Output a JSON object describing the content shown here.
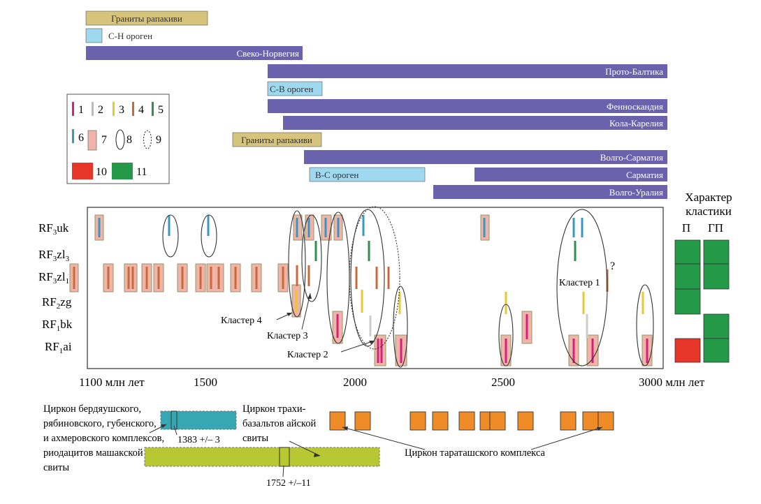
{
  "top_bars": [
    {
      "label": "Граниты рапакиви",
      "fill": "#d6c47c",
      "text_color": "#333333"
    },
    {
      "label": "С-Н ороген",
      "fill": "#9fd9ef",
      "text_color": "#333333"
    },
    {
      "label": "Свеко-Норвегия",
      "fill": "#6a62ad",
      "text_color": "#ffffff"
    },
    {
      "label": "Прото-Балтика",
      "fill": "#6a62ad",
      "text_color": "#ffffff"
    },
    {
      "label": "С-В ороген",
      "fill": "#9fd9ef",
      "text_color": "#333333"
    },
    {
      "label": "Фенноскандия",
      "fill": "#6a62ad",
      "text_color": "#ffffff"
    },
    {
      "label": "Кола-Карелия",
      "fill": "#6a62ad",
      "text_color": "#ffffff"
    },
    {
      "label": "Граниты рапакиви",
      "fill": "#d6c47c",
      "text_color": "#333333"
    },
    {
      "label": "Волго-Сарматия",
      "fill": "#6a62ad",
      "text_color": "#ffffff"
    },
    {
      "label": "В-С ороген",
      "fill": "#9fd9ef",
      "text_color": "#333333"
    },
    {
      "label": "Сарматия",
      "fill": "#6a62ad",
      "text_color": "#ffffff"
    },
    {
      "label": "Волго-Уралия",
      "fill": "#6a62ad",
      "text_color": "#ffffff"
    }
  ],
  "legend": {
    "items": [
      "1",
      "2",
      "3",
      "4",
      "5",
      "6",
      "7",
      "8",
      "9",
      "10",
      "11"
    ],
    "colors": {
      "1": "#d6207d",
      "2": "#bbbbbb",
      "3": "#e6c935",
      "4": "#c76b3a",
      "5": "#2f8f4c",
      "6": "#3a97c2",
      "7": "#f2b3a8",
      "10": "#e8352a",
      "11": "#249a48"
    }
  },
  "rows": {
    "labels": [
      {
        "main": "RF",
        "sub": "3",
        "rest": "uk"
      },
      {
        "main": "RF",
        "sub": "3",
        "rest": "zl",
        "sub2": "3"
      },
      {
        "main": "RF",
        "sub": "3",
        "rest": "zl",
        "sub2": "1"
      },
      {
        "main": "RF",
        "sub": "2",
        "rest": "zg"
      },
      {
        "main": "RF",
        "sub": "1",
        "rest": "bk"
      },
      {
        "main": "RF",
        "sub": "1",
        "rest": "ai"
      }
    ]
  },
  "axis": {
    "ticks": [
      "1100 млн лет",
      "1500",
      "2000",
      "2500",
      "3000 млн лет"
    ]
  },
  "clusters": {
    "c1": "Кластер 1",
    "c2": "Кластер 2",
    "c3": "Кластер 3",
    "c4": "Кластер 4",
    "question": "?"
  },
  "clastics": {
    "title_line1": "Характер",
    "title_line2": "кластики",
    "col_p": "П",
    "col_gp": "ГП"
  },
  "bottom": {
    "zircon_left": [
      "Циркон бердяушского,",
      "рябиновского, губенского,",
      "и ахмеровского комплексов,",
      "риодацитов машакской",
      "свиты"
    ],
    "zircon_trachy": [
      "Циркон трахи-",
      "базальтов айской",
      "свиты"
    ],
    "zircon_tara": "Циркон тараташского комплекса",
    "age1": "1383 +/– 3",
    "age2": "1752 +/–11"
  },
  "colors": {
    "bar_purple": "#6a62ad",
    "bar_light_blue": "#9fd9ef",
    "bar_khaki": "#d6c47c",
    "teal": "#37a7b4",
    "olive": "#b8c832",
    "orange_sq": "#f08c28",
    "green": "#249a48",
    "red": "#e8352a"
  }
}
